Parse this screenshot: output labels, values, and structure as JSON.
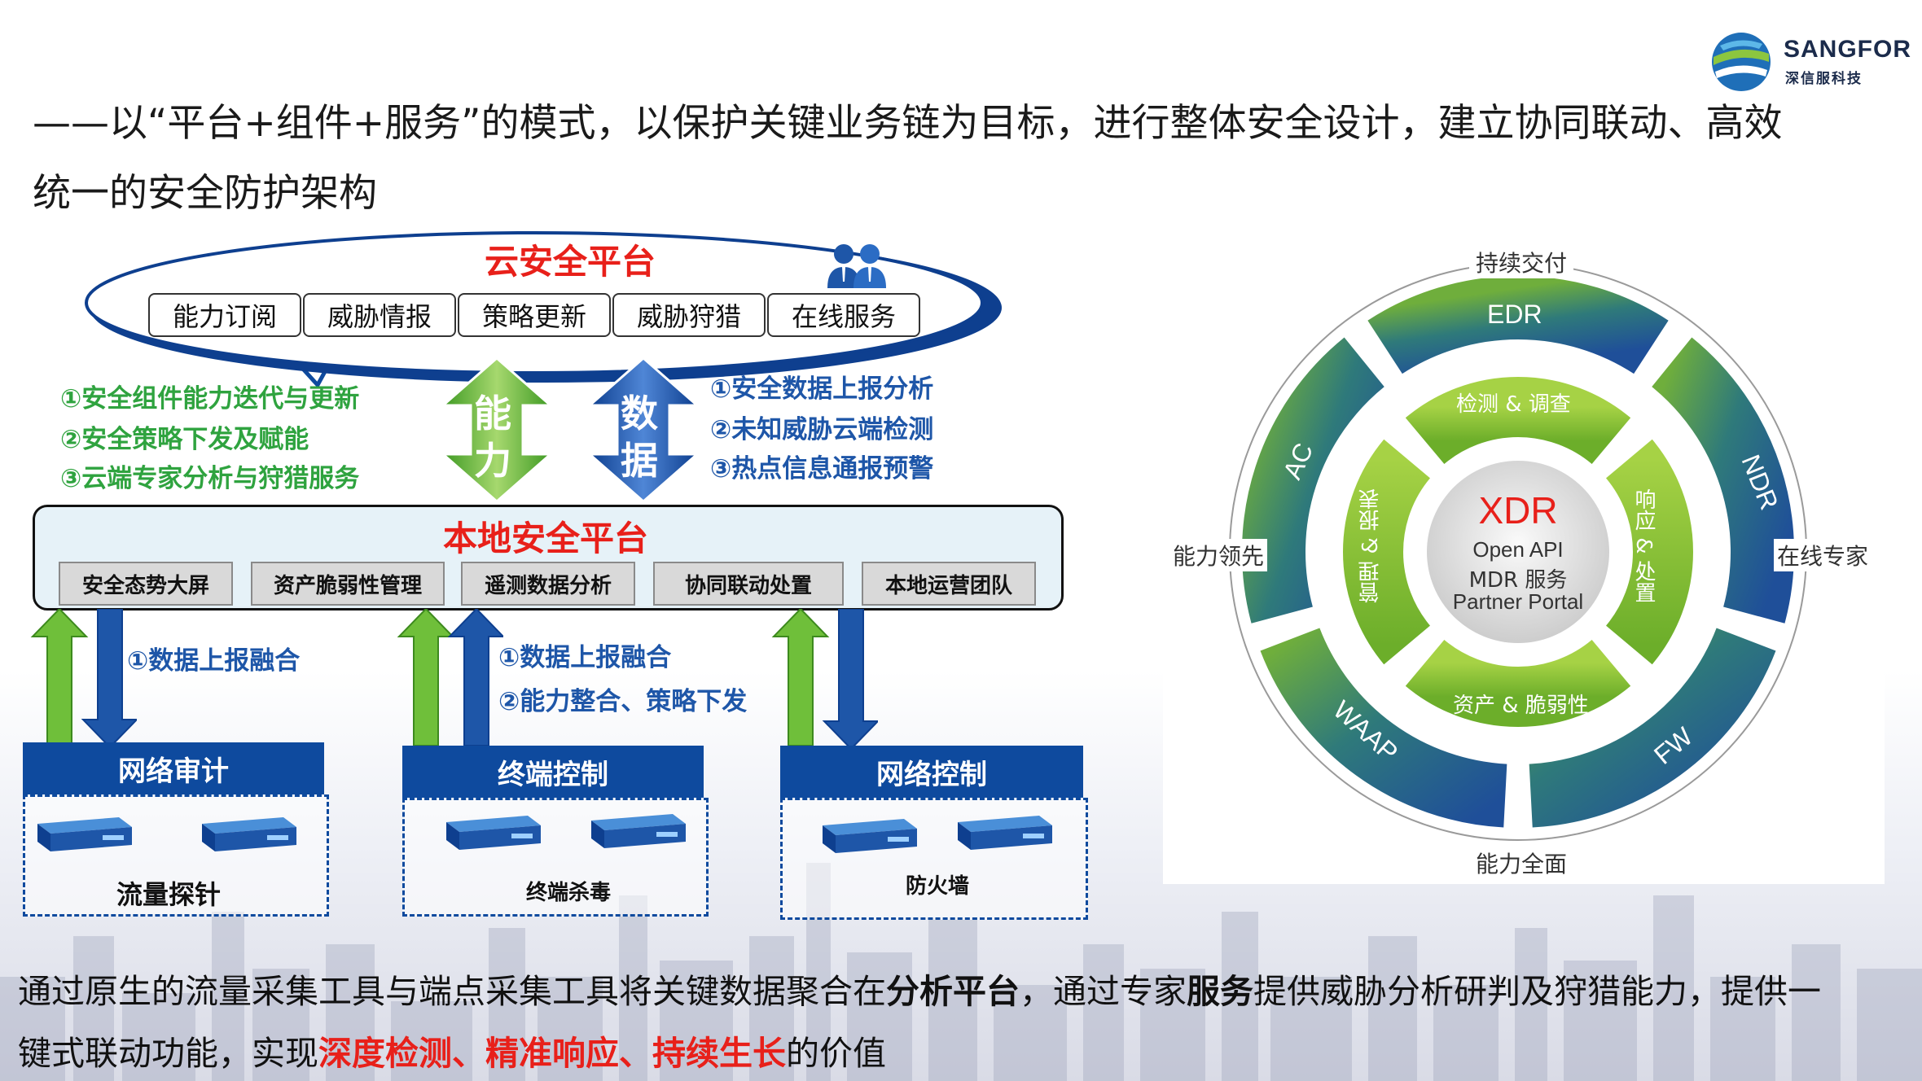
{
  "brand": {
    "name": "SANGFOR",
    "name_cn": "深信服科技"
  },
  "heading": {
    "line1": "——以“平台+组件+服务”的模式，以保护关键业务链为目标，进行整体安全设计，建立协同联动、高效",
    "line2": "统一的安全防护架构"
  },
  "cloud_platform": {
    "title": "云安全平台",
    "items": [
      "能力订阅",
      "威胁情报",
      "策略更新",
      "威胁狩猎",
      "在线服务"
    ]
  },
  "arrows": {
    "capability": [
      "能",
      "力"
    ],
    "data": [
      "数",
      "据"
    ]
  },
  "capability_notes": [
    "①安全组件能力迭代与更新",
    "②安全策略下发及赋能",
    "③云端专家分析与狩猎服务"
  ],
  "data_notes": [
    "①安全数据上报分析",
    "②未知威胁云端检测",
    "③热点信息通报预警"
  ],
  "local_platform": {
    "title": "本地安全平台",
    "items": [
      "安全态势大屏",
      "资产脆弱性管理",
      "遥测数据分析",
      "协同联动处置",
      "本地运营团队"
    ]
  },
  "link_notes": {
    "left": "①数据上报融合",
    "middle": [
      "①数据上报融合",
      "②能力整合、策略下发"
    ]
  },
  "components": [
    {
      "title": "网络审计",
      "label": "流量探针"
    },
    {
      "title": "终端控制",
      "label": "终端杀毒"
    },
    {
      "title": "网络控制",
      "label": "防火墙"
    }
  ],
  "xdr_wheel": {
    "center_title": "XDR",
    "center_lines": [
      "Open API",
      "MDR 服务",
      "Partner Portal"
    ],
    "inner_ring": [
      "检测 & 调查",
      "响应 & 处置",
      "资产 & 脆弱性",
      "管理 & 报表"
    ],
    "outer_ring": [
      "EDR",
      "NDR",
      "FW",
      "WAAP",
      "AC"
    ],
    "axis_labels": {
      "top": "持续交付",
      "right": "在线专家",
      "bottom": "能力全面",
      "left": "能力领先"
    }
  },
  "footer": {
    "line1": {
      "a": "通过原生的流量采集工具与端点采集工具将关键数据聚合在",
      "b": "分析平台",
      "c": "，通过专家",
      "d": "服务",
      "e": "提供威胁分析研判及狩猎能力，提供一"
    },
    "line2": {
      "a": "键式联动功能，实现",
      "b": "深度检测、精准响应、持续生长",
      "c": "的价值"
    }
  },
  "colors": {
    "navy": "#0e4a9e",
    "green": "#5aaa2e",
    "red": "#e8201a"
  }
}
